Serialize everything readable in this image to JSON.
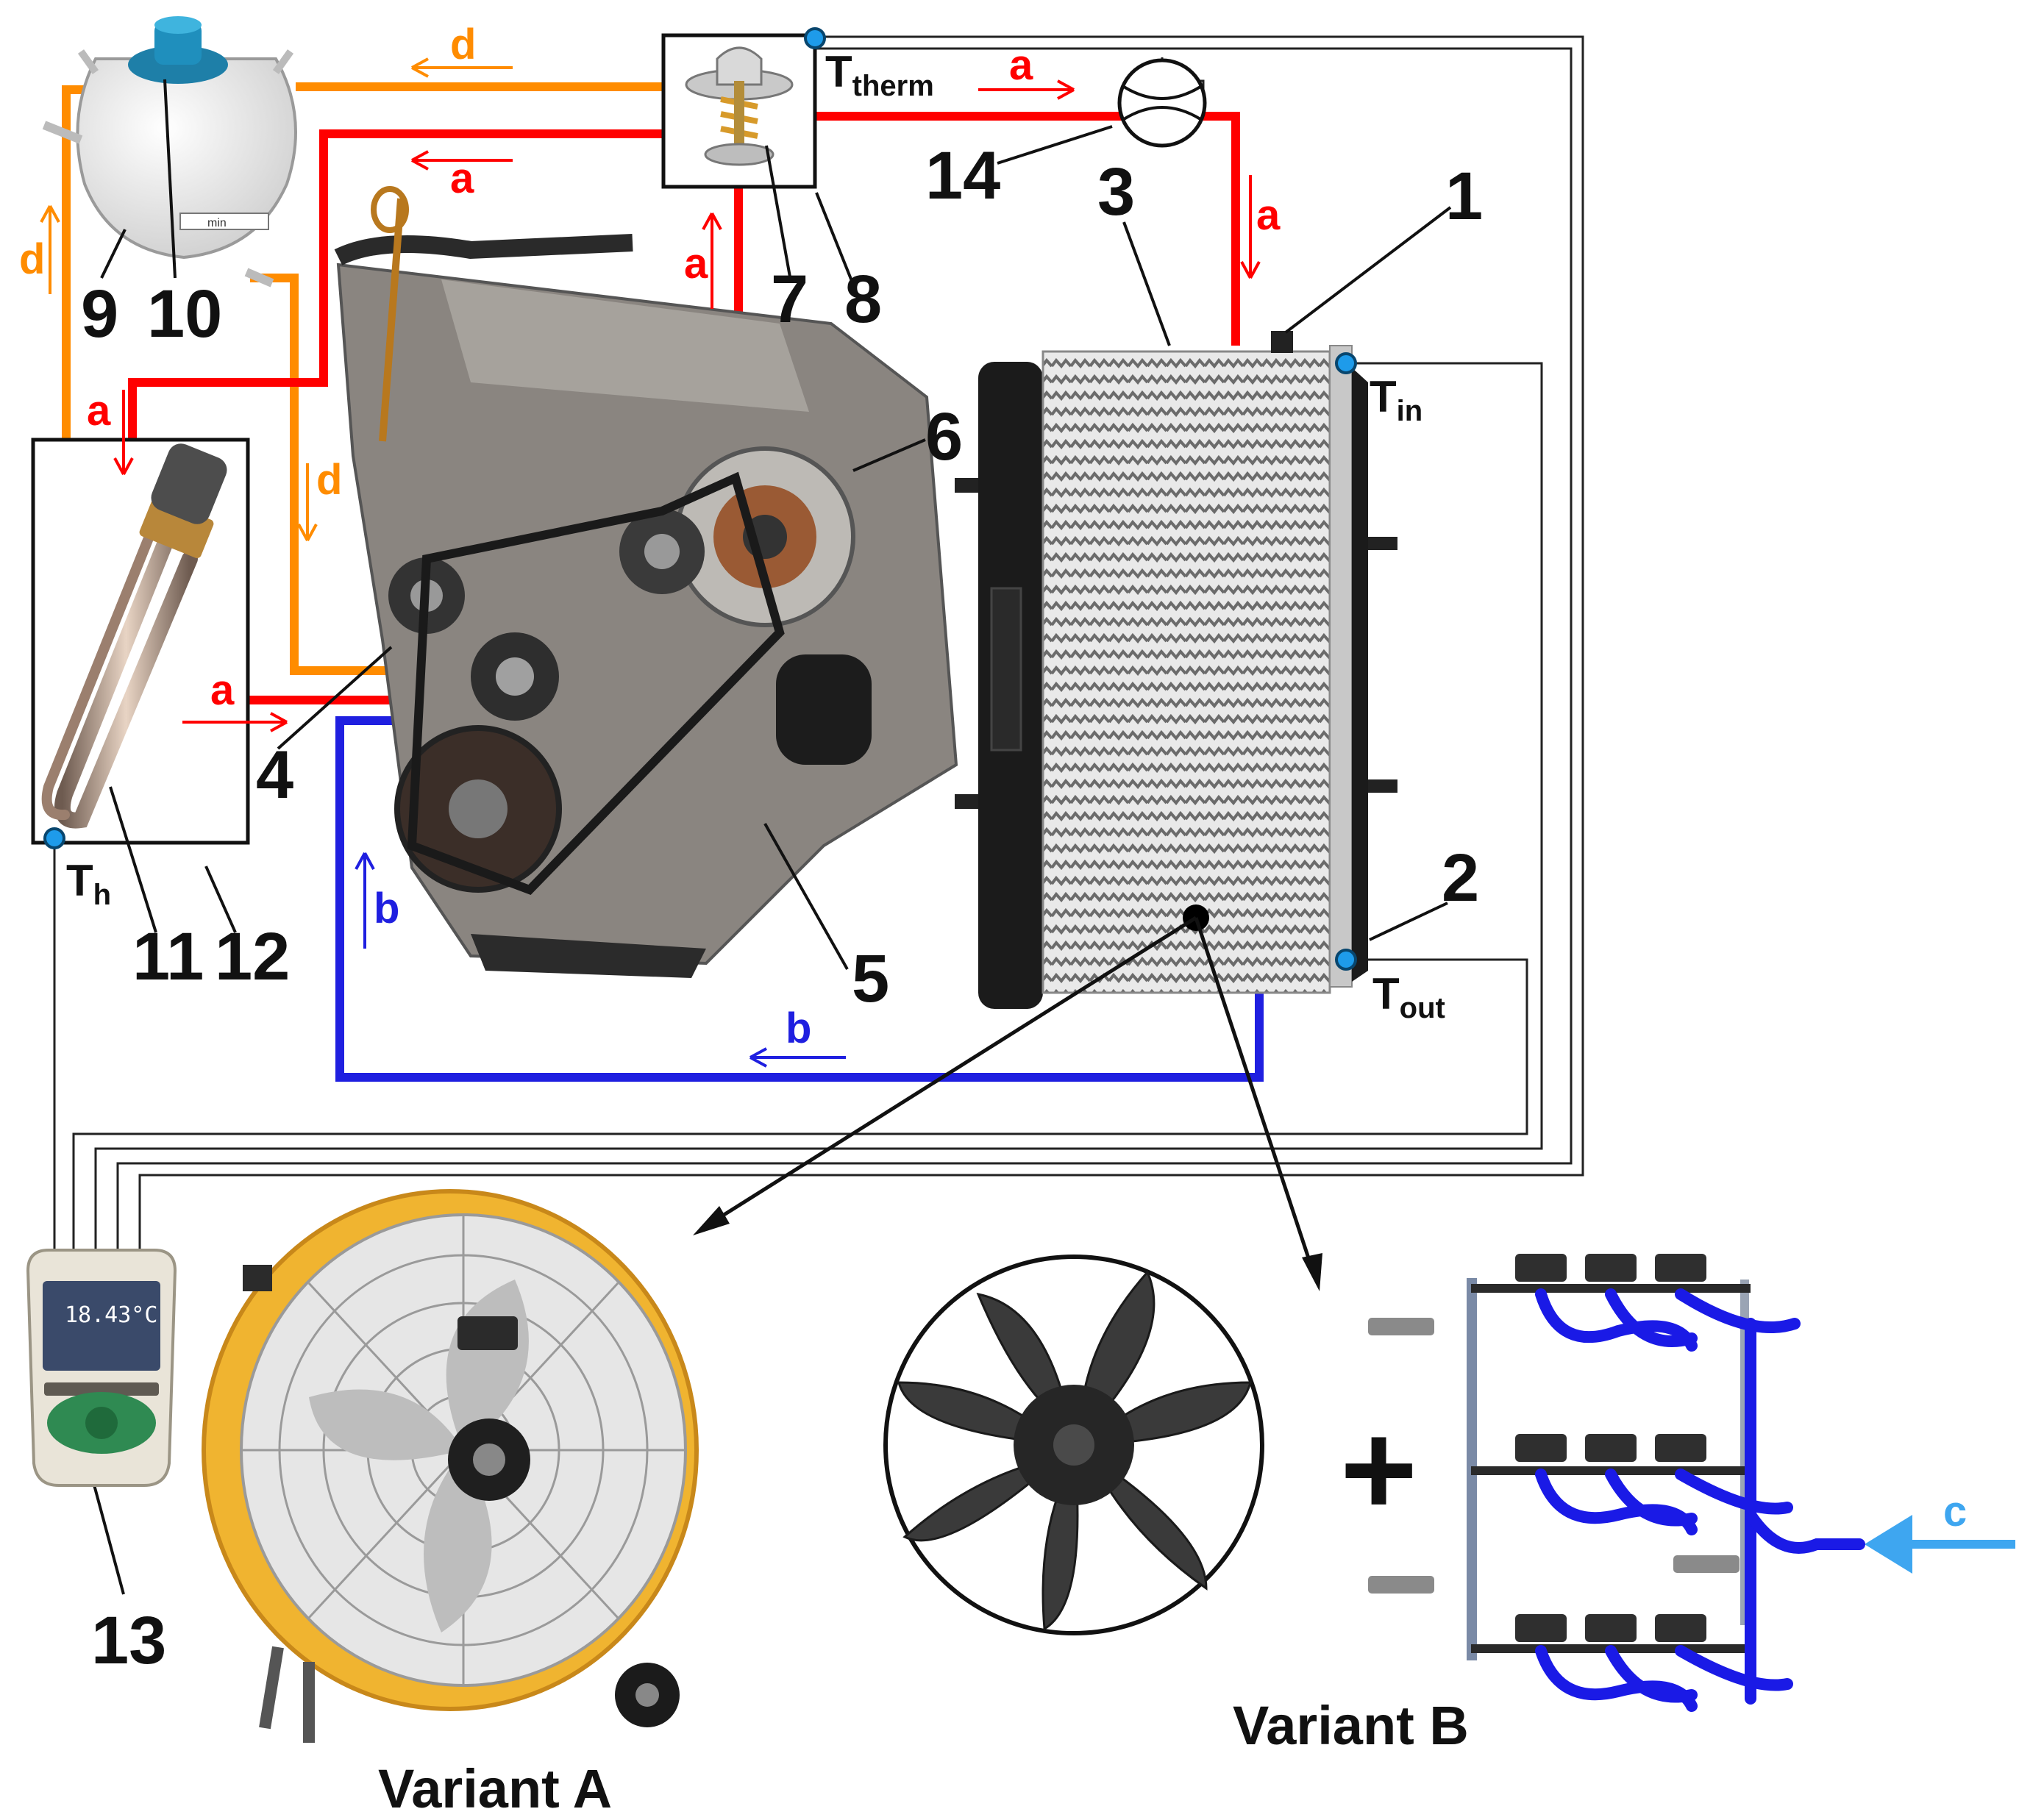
{
  "colors": {
    "hot_coolant": "#ff0000",
    "cold_coolant": "#1f1fe0",
    "overflow": "#ff8c00",
    "sensor_wire": "#222222",
    "sensor_dot": "#1e9bea",
    "cooling_water": "#3ea6f0",
    "fan_frame": "#e8a51c"
  },
  "flows": {
    "a": "a",
    "b": "b",
    "c": "c",
    "d": "d"
  },
  "sensors": {
    "therm": {
      "main": "T",
      "sub": "therm"
    },
    "in": {
      "main": "T",
      "sub": "in"
    },
    "out": {
      "main": "T",
      "sub": "out"
    },
    "h": {
      "main": "T",
      "sub": "h"
    }
  },
  "callouts": [
    "1",
    "2",
    "3",
    "4",
    "5",
    "6",
    "7",
    "8",
    "9",
    "10",
    "11",
    "12",
    "13",
    "14"
  ],
  "meter": {
    "display": "18.43°C",
    "icon": "data-logger-icon"
  },
  "variants": {
    "a": "Variant A",
    "b": "Variant B"
  },
  "plus": "+"
}
